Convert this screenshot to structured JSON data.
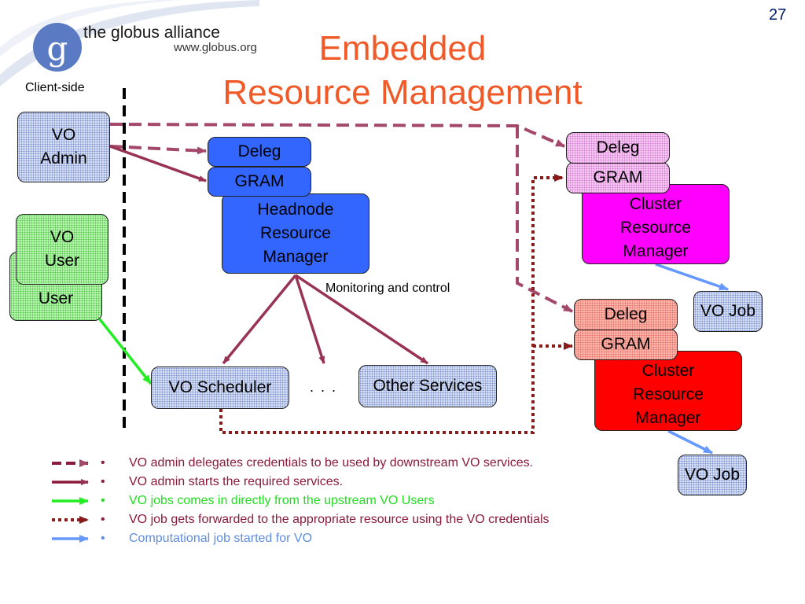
{
  "page_number": "27",
  "logo": {
    "name": "the globus alliance",
    "url": "www.globus.org",
    "glyph": "g"
  },
  "title_line1": "Embedded",
  "title_line2": "Resource Management",
  "client_side_label": "Client-side",
  "vo_admin": "VO\nAdmin",
  "vo_user": "VO\nUser",
  "vo_user_back": "User",
  "headnode": {
    "deleg": "Deleg",
    "gram": "GRAM",
    "manager": "Headnode\nResource\nManager"
  },
  "cluster1": {
    "deleg": "Deleg",
    "gram": "GRAM",
    "manager": "Cluster\nResource\nManager",
    "job": "VO Job"
  },
  "cluster2": {
    "deleg": "Deleg",
    "gram": "GRAM",
    "manager": "Cluster\nResource\nManager",
    "job": "VO Job"
  },
  "monitoring_label": "Monitoring and control",
  "vo_scheduler": "VO Scheduler",
  "ellipsis": ". . .",
  "other_services": "Other Services",
  "legend": [
    {
      "text": "VO admin delegates credentials to be used by downstream VO services.",
      "color": "#8b1a3c",
      "style": "dashed"
    },
    {
      "text": "VO admin starts the required services.",
      "color": "#8b1a3c",
      "style": "solid"
    },
    {
      "text": "VO jobs comes in directly from the upstream VO Users",
      "color": "#22dd22",
      "style": "solid-green"
    },
    {
      "text": "VO job gets forwarded to the appropriate resource using the VO credentials",
      "color": "#8b1a3c",
      "style": "dotted"
    },
    {
      "text": "Computational job started for VO",
      "color": "#5f8de0",
      "style": "solid-blue"
    }
  ],
  "colors": {
    "title": "#f05a28",
    "arrow_maroon": "#993355",
    "arrow_dashed": "#a3476b",
    "arrow_dotted": "#8b1a1a",
    "arrow_green": "#22ee22",
    "arrow_blue": "#6699ff"
  }
}
